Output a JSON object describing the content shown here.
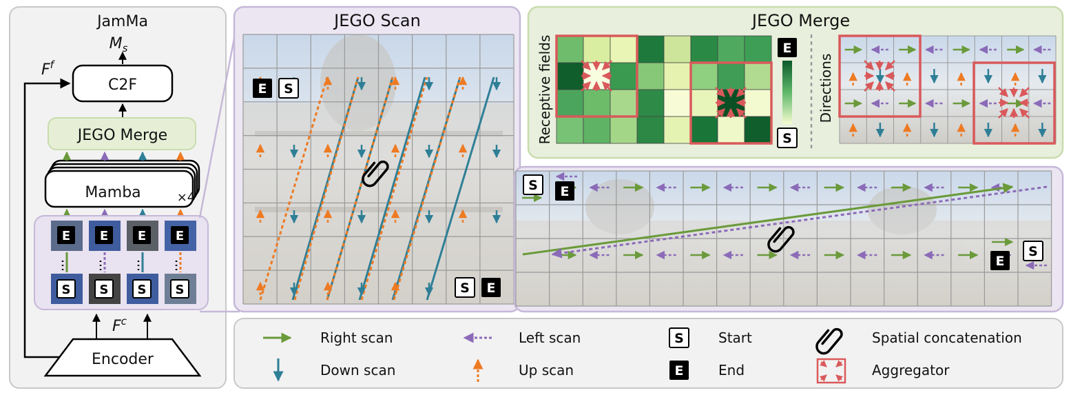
{
  "jamma": {
    "title": "JamMa",
    "ms_label": "M",
    "ms_sub": "s",
    "ff_label": "F",
    "ff_sup": "f",
    "fc_label": "F",
    "fc_sup": "c",
    "c2f_label": "C2F",
    "merge_label": "JEGO Merge",
    "mamba_label": "Mamba",
    "mamba_repeat": "×4",
    "encoder_label": "Encoder"
  },
  "scan": {
    "title": "JEGO Scan"
  },
  "merge": {
    "title": "JEGO Merge",
    "receptive_label": "Receptive fields",
    "directions_label": "Directions"
  },
  "markers": {
    "start": "S",
    "end": "E"
  },
  "legend": {
    "right_scan": "Right scan",
    "left_scan": "Left scan",
    "start": "Start",
    "spatial_concat": "Spatial concatenation",
    "down_scan": "Down scan",
    "up_scan": "Up scan",
    "end": "End",
    "aggregator": "Aggregator"
  },
  "colors": {
    "right": "#6a9a3a",
    "left": "#8b6bb8",
    "down": "#2e7f96",
    "up": "#ee7a22",
    "aggregator": "#d9595b",
    "panel_border": "#c5b8d8",
    "merge_bg": "#e8efdc"
  }
}
